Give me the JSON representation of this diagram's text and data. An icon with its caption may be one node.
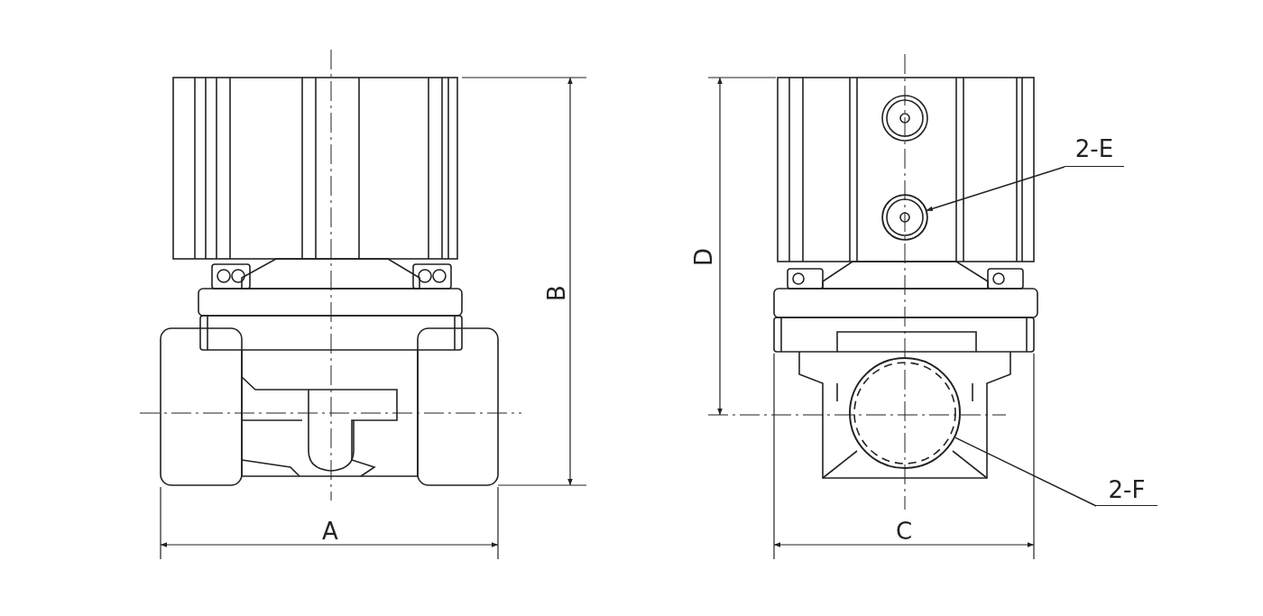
{
  "diagram": {
    "nodes": [
      {
        "text": [
          "2-E"
        ]
      },
      {
        "text": [],
        "shape": "circle"
      },
      {
        "text": [
          "2-F"
        ]
      },
      {
        "text": [],
        "shape": "circle"
      }
    ],
    "edges": [
      {
        "from": 0,
        "to": 1,
        "arrow": "to"
      },
      {
        "from": 2,
        "to": 3,
        "arrow": "none"
      }
    ],
    "labels": [
      "D",
      "B",
      "A",
      "C"
    ]
  }
}
